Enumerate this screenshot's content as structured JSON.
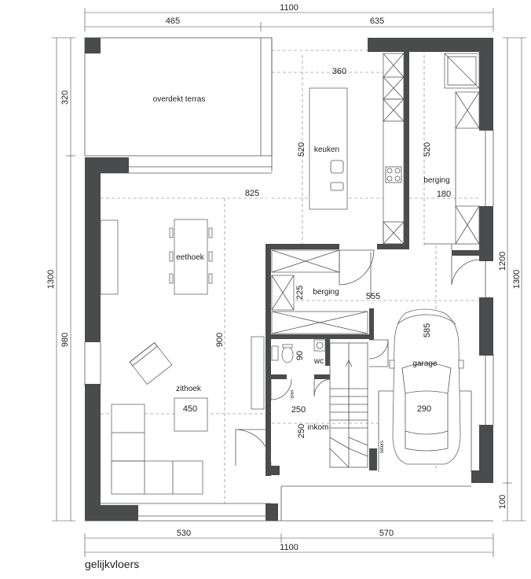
{
  "caption": "gelijkvloers",
  "dimensions": {
    "top_total": "1100",
    "top_left": "465",
    "top_right": "635",
    "bottom_total": "1100",
    "bottom_left": "530",
    "bottom_right": "570",
    "left_total": "1300",
    "left_upper": "320",
    "left_lower": "980",
    "right_total": "1300",
    "right_upper": "1200",
    "right_lower": "100"
  },
  "rooms": {
    "terrace": "overdekt terras",
    "kitchen": "keuken",
    "storage_top": "berging",
    "dining": "eethoek",
    "storage_mid": "berging",
    "wc": "wc",
    "sitting": "zithoek",
    "entrance": "inkom",
    "garage": "garage",
    "vest": "vest.",
    "meters": "tellers"
  },
  "inner_dims": {
    "kitchen_width": "360",
    "kitchen_depth": "520",
    "storage_depth": "520",
    "storage_width": "180",
    "living_width": "825",
    "living_depth": "900",
    "berging_depth": "225",
    "garage_width_label": "555",
    "garage_depth": "585",
    "wc_depth": "90",
    "sitting_width": "450",
    "hall_width": "250",
    "hall_depth": "250",
    "garage_width": "290"
  }
}
